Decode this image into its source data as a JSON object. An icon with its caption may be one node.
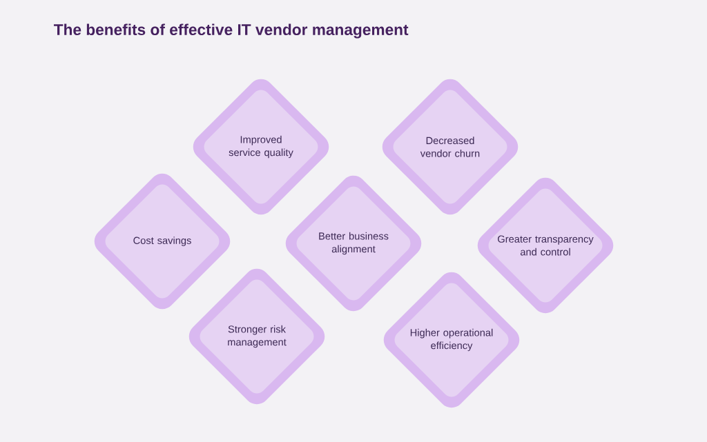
{
  "diagram": {
    "title": "The benefits of effective IT vendor management",
    "nodes": [
      {
        "text": [
          "Improved service quality"
        ]
      },
      {
        "text": [
          "Decreased vendor churn"
        ]
      },
      {
        "text": [
          "Cost savings"
        ]
      },
      {
        "text": [
          "Better business alignment"
        ]
      },
      {
        "text": [
          "Greater transparency and control"
        ]
      },
      {
        "text": [
          "Stronger risk management"
        ]
      },
      {
        "text": [
          "Higher operational efficiency"
        ]
      }
    ]
  }
}
